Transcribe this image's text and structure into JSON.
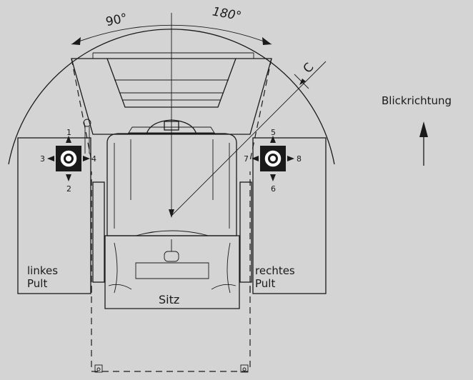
{
  "labels": {
    "angle_90": "90°",
    "angle_180": "180°",
    "radius": "C",
    "view_direction": "Blickrichtung",
    "left_console_line1": "linkes",
    "left_console_line2": "Pult",
    "right_console_line1": "rechtes",
    "right_console_line2": "Pult",
    "seat": "Sitz"
  },
  "joystick_left": {
    "up": "1",
    "down": "2",
    "left": "3",
    "right": "4"
  },
  "joystick_right": {
    "up": "5",
    "down": "6",
    "left": "7",
    "right": "8"
  }
}
